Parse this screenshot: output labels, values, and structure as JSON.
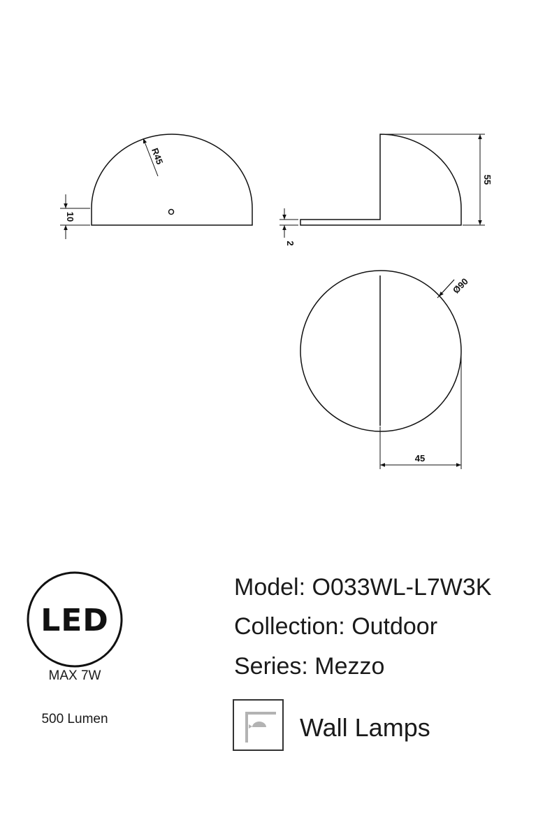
{
  "drawing": {
    "front_view": {
      "height_dim": "10",
      "radius_dim": "R45"
    },
    "side_view": {
      "height_dim": "55",
      "thickness_dim": "2"
    },
    "top_view": {
      "diameter_dim": "Ø90",
      "depth_dim": "45"
    }
  },
  "badge": {
    "logo": "LED",
    "power": "MAX 7W",
    "lumen": "500 Lumen"
  },
  "specs": {
    "model": "Model: O033WL-L7W3K",
    "collection": "Collection: Outdoor",
    "series": "Series: Mezzo"
  },
  "category": {
    "icon": "wall-lamp-icon",
    "label": "Wall Lamps"
  }
}
